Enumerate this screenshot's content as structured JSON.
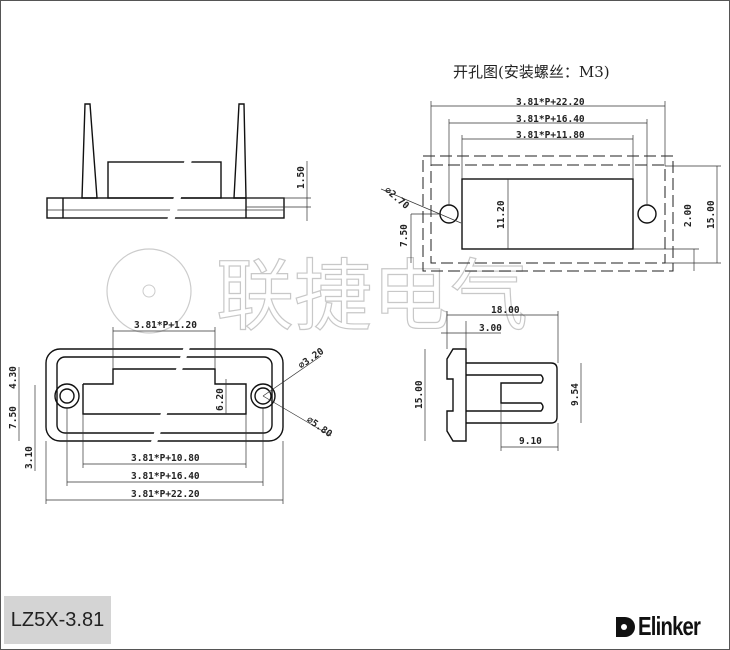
{
  "title": "开孔图(安装螺丝：M3)",
  "watermark": "联捷电气",
  "model": "LZ5X-3.81",
  "brand": "Elinker",
  "side_view": {
    "height_dim": "1.50"
  },
  "cutout": {
    "width_outer": "3.81*P+22.20",
    "width_holes": "3.81*P+16.40",
    "width_slot": "3.81*P+11.80",
    "hole_dia": "⌀2.70",
    "slot_height": "11.20",
    "hole_offset": "7.50",
    "bottom_offset": "2.00",
    "total_height": "15.00"
  },
  "front_view": {
    "top_width": "3.81*P+1.20",
    "width_a": "3.81*P+10.80",
    "width_b": "3.81*P+16.40",
    "width_c": "3.81*P+22.20",
    "dim_430": "4.30",
    "dim_750": "7.50",
    "dim_310": "3.10",
    "dim_620": "6.20",
    "hole_dia": "⌀3.20",
    "boss_dia": "⌀5.80"
  },
  "profile_view": {
    "length": "18.00",
    "flange": "3.00",
    "height": "15.00",
    "body_height": "9.54",
    "slot_length": "9.10"
  }
}
